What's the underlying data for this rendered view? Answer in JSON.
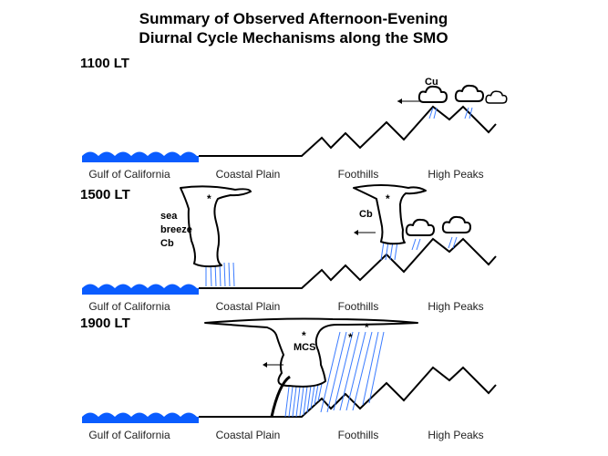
{
  "title_line1": "Summary of Observed Afternoon-Evening",
  "title_line2": "Diurnal Cycle Mechanisms along the SMO",
  "panels": [
    {
      "time": "1100 LT",
      "cloud_label": "Cu"
    },
    {
      "time": "1500 LT",
      "cloud_label_left": "sea",
      "cloud_label_left2": "breeze",
      "cloud_label_left3": "Cb",
      "cloud_label_right": "Cb"
    },
    {
      "time": "1900 LT",
      "cloud_label": "MCS"
    }
  ],
  "regions": [
    "Gulf of California",
    "Coastal Plain",
    "Foothills",
    "High Peaks"
  ],
  "colors": {
    "water": "#0a5cff",
    "rain": "#3a7bff"
  }
}
